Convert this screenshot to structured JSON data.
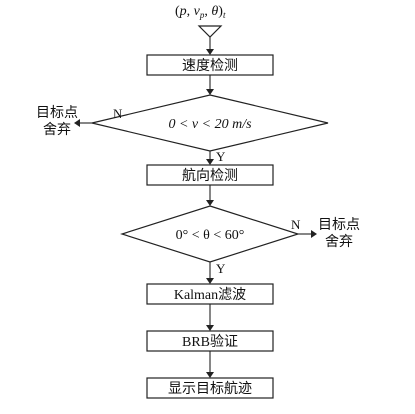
{
  "input": {
    "text_open": "(",
    "p": "p",
    "v": "v",
    "v_sub": "p",
    "theta": "θ",
    "text_close": ")",
    "sub_t": "t"
  },
  "steps": {
    "speed_check": "速度检测",
    "heading_check": "航向检测",
    "kalman": "Kalman滤波",
    "brb": "BRB验证",
    "display": "显示目标航迹"
  },
  "decisions": {
    "speed": "0 < v < 20 m/s",
    "heading": "0° < θ < 60°"
  },
  "branches": {
    "no": "N",
    "yes": "Y",
    "discard_line1": "目标点",
    "discard_line2": "舍弃"
  }
}
